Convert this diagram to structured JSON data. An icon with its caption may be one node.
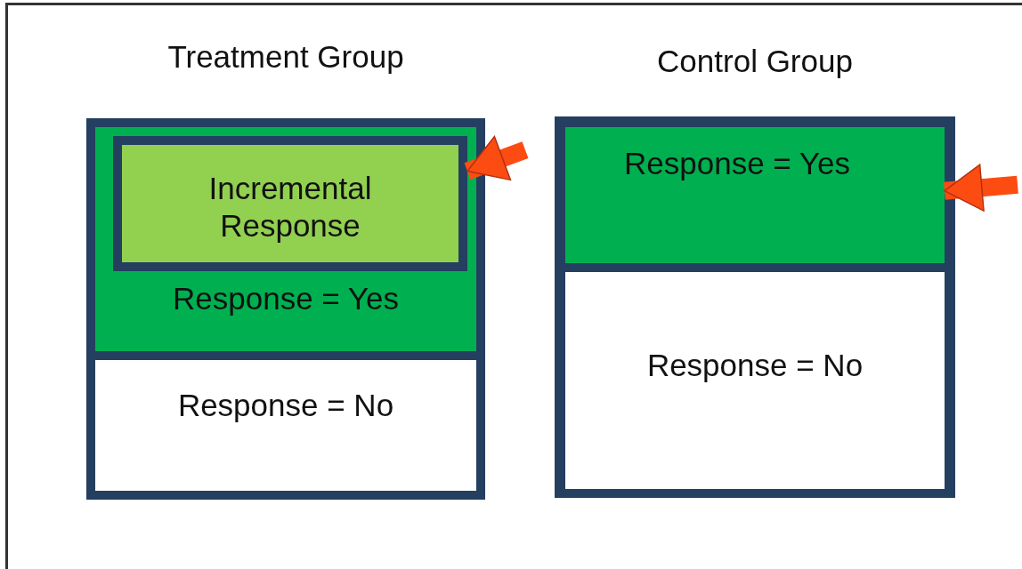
{
  "diagram": {
    "nodes": [
      {
        "text": [
          "Treatment Group"
        ]
      },
      {
        "text": [
          "Response = Yes"
        ],
        "in": 0
      },
      {
        "text": [
          "Incremental Response"
        ],
        "in": 1
      },
      {
        "text": [
          "Response = No"
        ],
        "in": 0
      },
      {
        "text": [
          "Control Group"
        ]
      },
      {
        "text": [
          "Response = Yes"
        ],
        "in": 4
      },
      {
        "text": [
          "Response = No"
        ],
        "in": 4
      }
    ],
    "edges": [
      {
        "from": null,
        "to": 2,
        "arrow": "to"
      },
      {
        "from": null,
        "to": 5,
        "arrow": "to"
      }
    ]
  }
}
